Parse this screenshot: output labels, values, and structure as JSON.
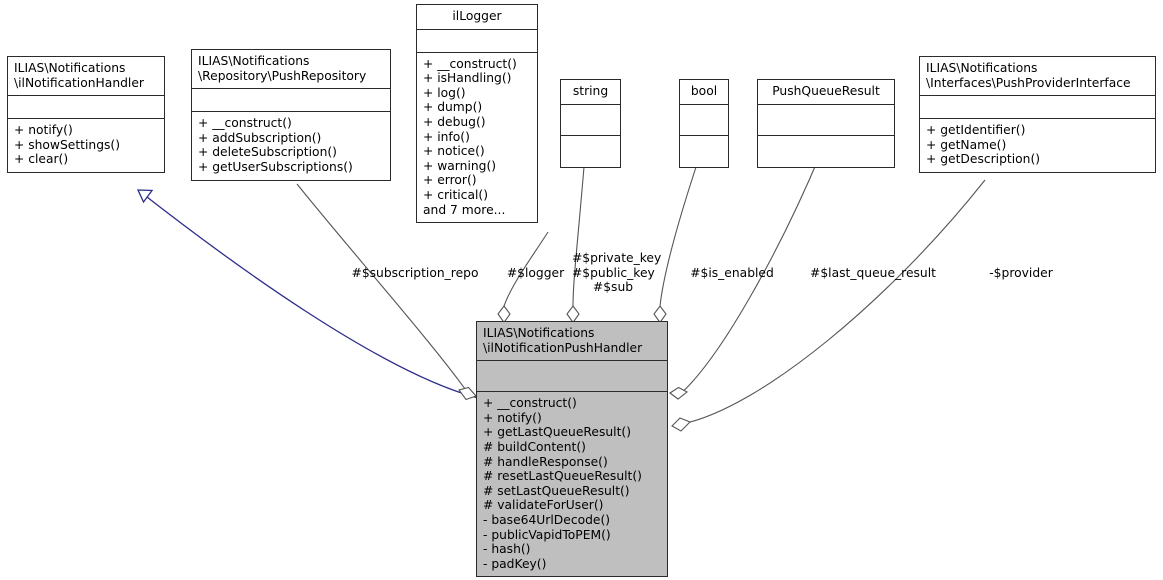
{
  "diagram": {
    "kind": "uml-class-diagram",
    "title": "ILIAS\\Notifications\\ilNotificationPushHandler collaboration diagram",
    "background": "#ffffff",
    "highlight_fill": "#bfbfbf",
    "line_color": "#2b2b2b",
    "inheritance_color": "#2c2c8c"
  },
  "classes": [
    {
      "id": "notification-handler",
      "name": "ILIAS\\Notifications\n\\ilNotificationHandler",
      "name_align": "left",
      "attributes": [],
      "operations": [
        "+ notify()",
        "+ showSettings()",
        "+ clear()"
      ],
      "highlight": false
    },
    {
      "id": "push-repository",
      "name": "ILIAS\\Notifications\n\\Repository\\PushRepository",
      "name_align": "left",
      "attributes": [],
      "operations": [
        "+ __construct()",
        "+ addSubscription()",
        "+ deleteSubscription()",
        "+ getUserSubscriptions()"
      ],
      "highlight": false
    },
    {
      "id": "il-logger",
      "name": "ilLogger",
      "name_align": "center",
      "attributes": [],
      "operations": [
        "+ __construct()",
        "+ isHandling()",
        "+ log()",
        "+ dump()",
        "+ debug()",
        "+ info()",
        "+ notice()",
        "+ warning()",
        "+ error()",
        "+ critical()",
        "and 7 more..."
      ],
      "highlight": false
    },
    {
      "id": "string",
      "name": "string",
      "name_align": "center",
      "attributes": [],
      "operations": [],
      "highlight": false
    },
    {
      "id": "bool",
      "name": "bool",
      "name_align": "center",
      "attributes": [],
      "operations": [],
      "highlight": false
    },
    {
      "id": "push-queue-result",
      "name": "PushQueueResult",
      "name_align": "center",
      "attributes": [],
      "operations": [],
      "highlight": false
    },
    {
      "id": "push-provider-interface",
      "name": "ILIAS\\Notifications\n\\Interfaces\\PushProviderInterface",
      "name_align": "left",
      "attributes": [],
      "operations": [
        "+ getIdentifier()",
        "+ getName()",
        "+ getDescription()"
      ],
      "highlight": false
    },
    {
      "id": "push-handler",
      "name": "ILIAS\\Notifications\n\\ilNotificationPushHandler",
      "name_align": "left",
      "attributes": [],
      "operations": [
        "+ __construct()",
        "+ notify()",
        "+ getLastQueueResult()",
        "# buildContent()",
        "# handleResponse()",
        "# resetLastQueueResult()",
        "# setLastQueueResult()",
        "# validateForUser()",
        "- base64UrlDecode()",
        "- publicVapidToPEM()",
        "- hash()",
        "- padKey()"
      ],
      "highlight": true
    }
  ],
  "edge_labels": [
    {
      "id": "subscription-repo",
      "text": "#$subscription_repo"
    },
    {
      "id": "logger",
      "text": "#$logger"
    },
    {
      "id": "keys",
      "text": "#$private_key\n#$public_key\n#$sub"
    },
    {
      "id": "is-enabled",
      "text": "#$is_enabled"
    },
    {
      "id": "last-queue-result",
      "text": "#$last_queue_result"
    },
    {
      "id": "provider",
      "text": "-$provider"
    }
  ],
  "relations": [
    {
      "id": "rel-inheritance",
      "from": "push-handler",
      "to": "notification-handler",
      "type": "realization",
      "label": ""
    },
    {
      "id": "rel-subscription-repo",
      "from": "push-repository",
      "to": "push-handler",
      "type": "aggregation",
      "label": "#$subscription_repo"
    },
    {
      "id": "rel-logger",
      "from": "il-logger",
      "to": "push-handler",
      "type": "aggregation",
      "label": "#$logger"
    },
    {
      "id": "rel-keys",
      "from": "string",
      "to": "push-handler",
      "type": "aggregation",
      "label": "#$private_key #$public_key #$sub"
    },
    {
      "id": "rel-is-enabled",
      "from": "bool",
      "to": "push-handler",
      "type": "aggregation",
      "label": "#$is_enabled"
    },
    {
      "id": "rel-last-queue-result",
      "from": "push-queue-result",
      "to": "push-handler",
      "type": "aggregation",
      "label": "#$last_queue_result"
    },
    {
      "id": "rel-provider",
      "from": "push-provider-interface",
      "to": "push-handler",
      "type": "aggregation",
      "label": "-$provider"
    }
  ]
}
